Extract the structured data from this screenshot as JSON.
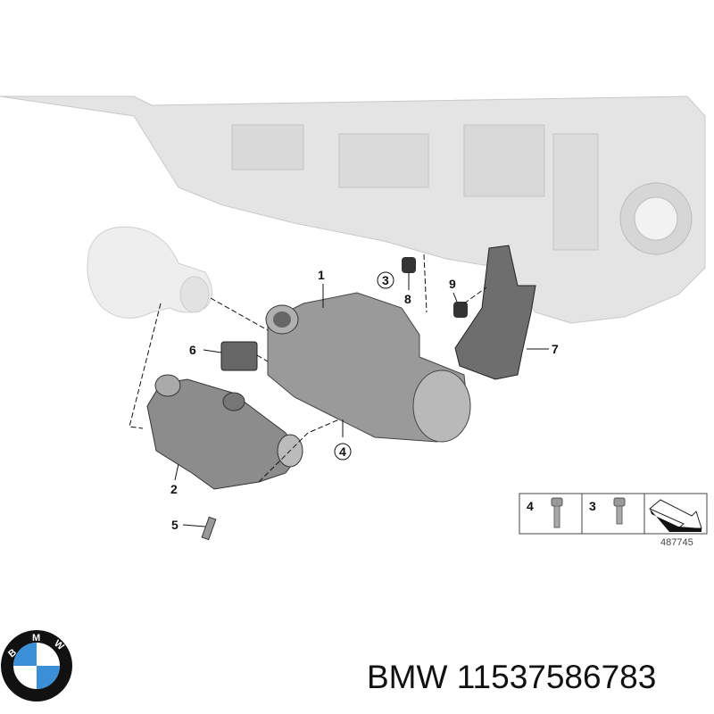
{
  "diagram": {
    "callouts": {
      "c1": "1",
      "c2": "2",
      "c3": "3",
      "c4": "4",
      "c5": "5",
      "c6": "6",
      "c7": "7",
      "c8": "8",
      "c9": "9"
    },
    "legend": {
      "items": [
        {
          "number": "4",
          "icon": "bolt-icon"
        },
        {
          "number": "3",
          "icon": "bolt-icon"
        }
      ],
      "arrow_icon": "direction-arrow-icon",
      "reference_number": "487745"
    }
  },
  "logo": {
    "brand": "BMW",
    "letters": [
      "B",
      "M",
      "W"
    ],
    "colors": {
      "blue": "#3a8fd6",
      "ring": "#111111"
    }
  },
  "part_label": "BMW 11537586783"
}
